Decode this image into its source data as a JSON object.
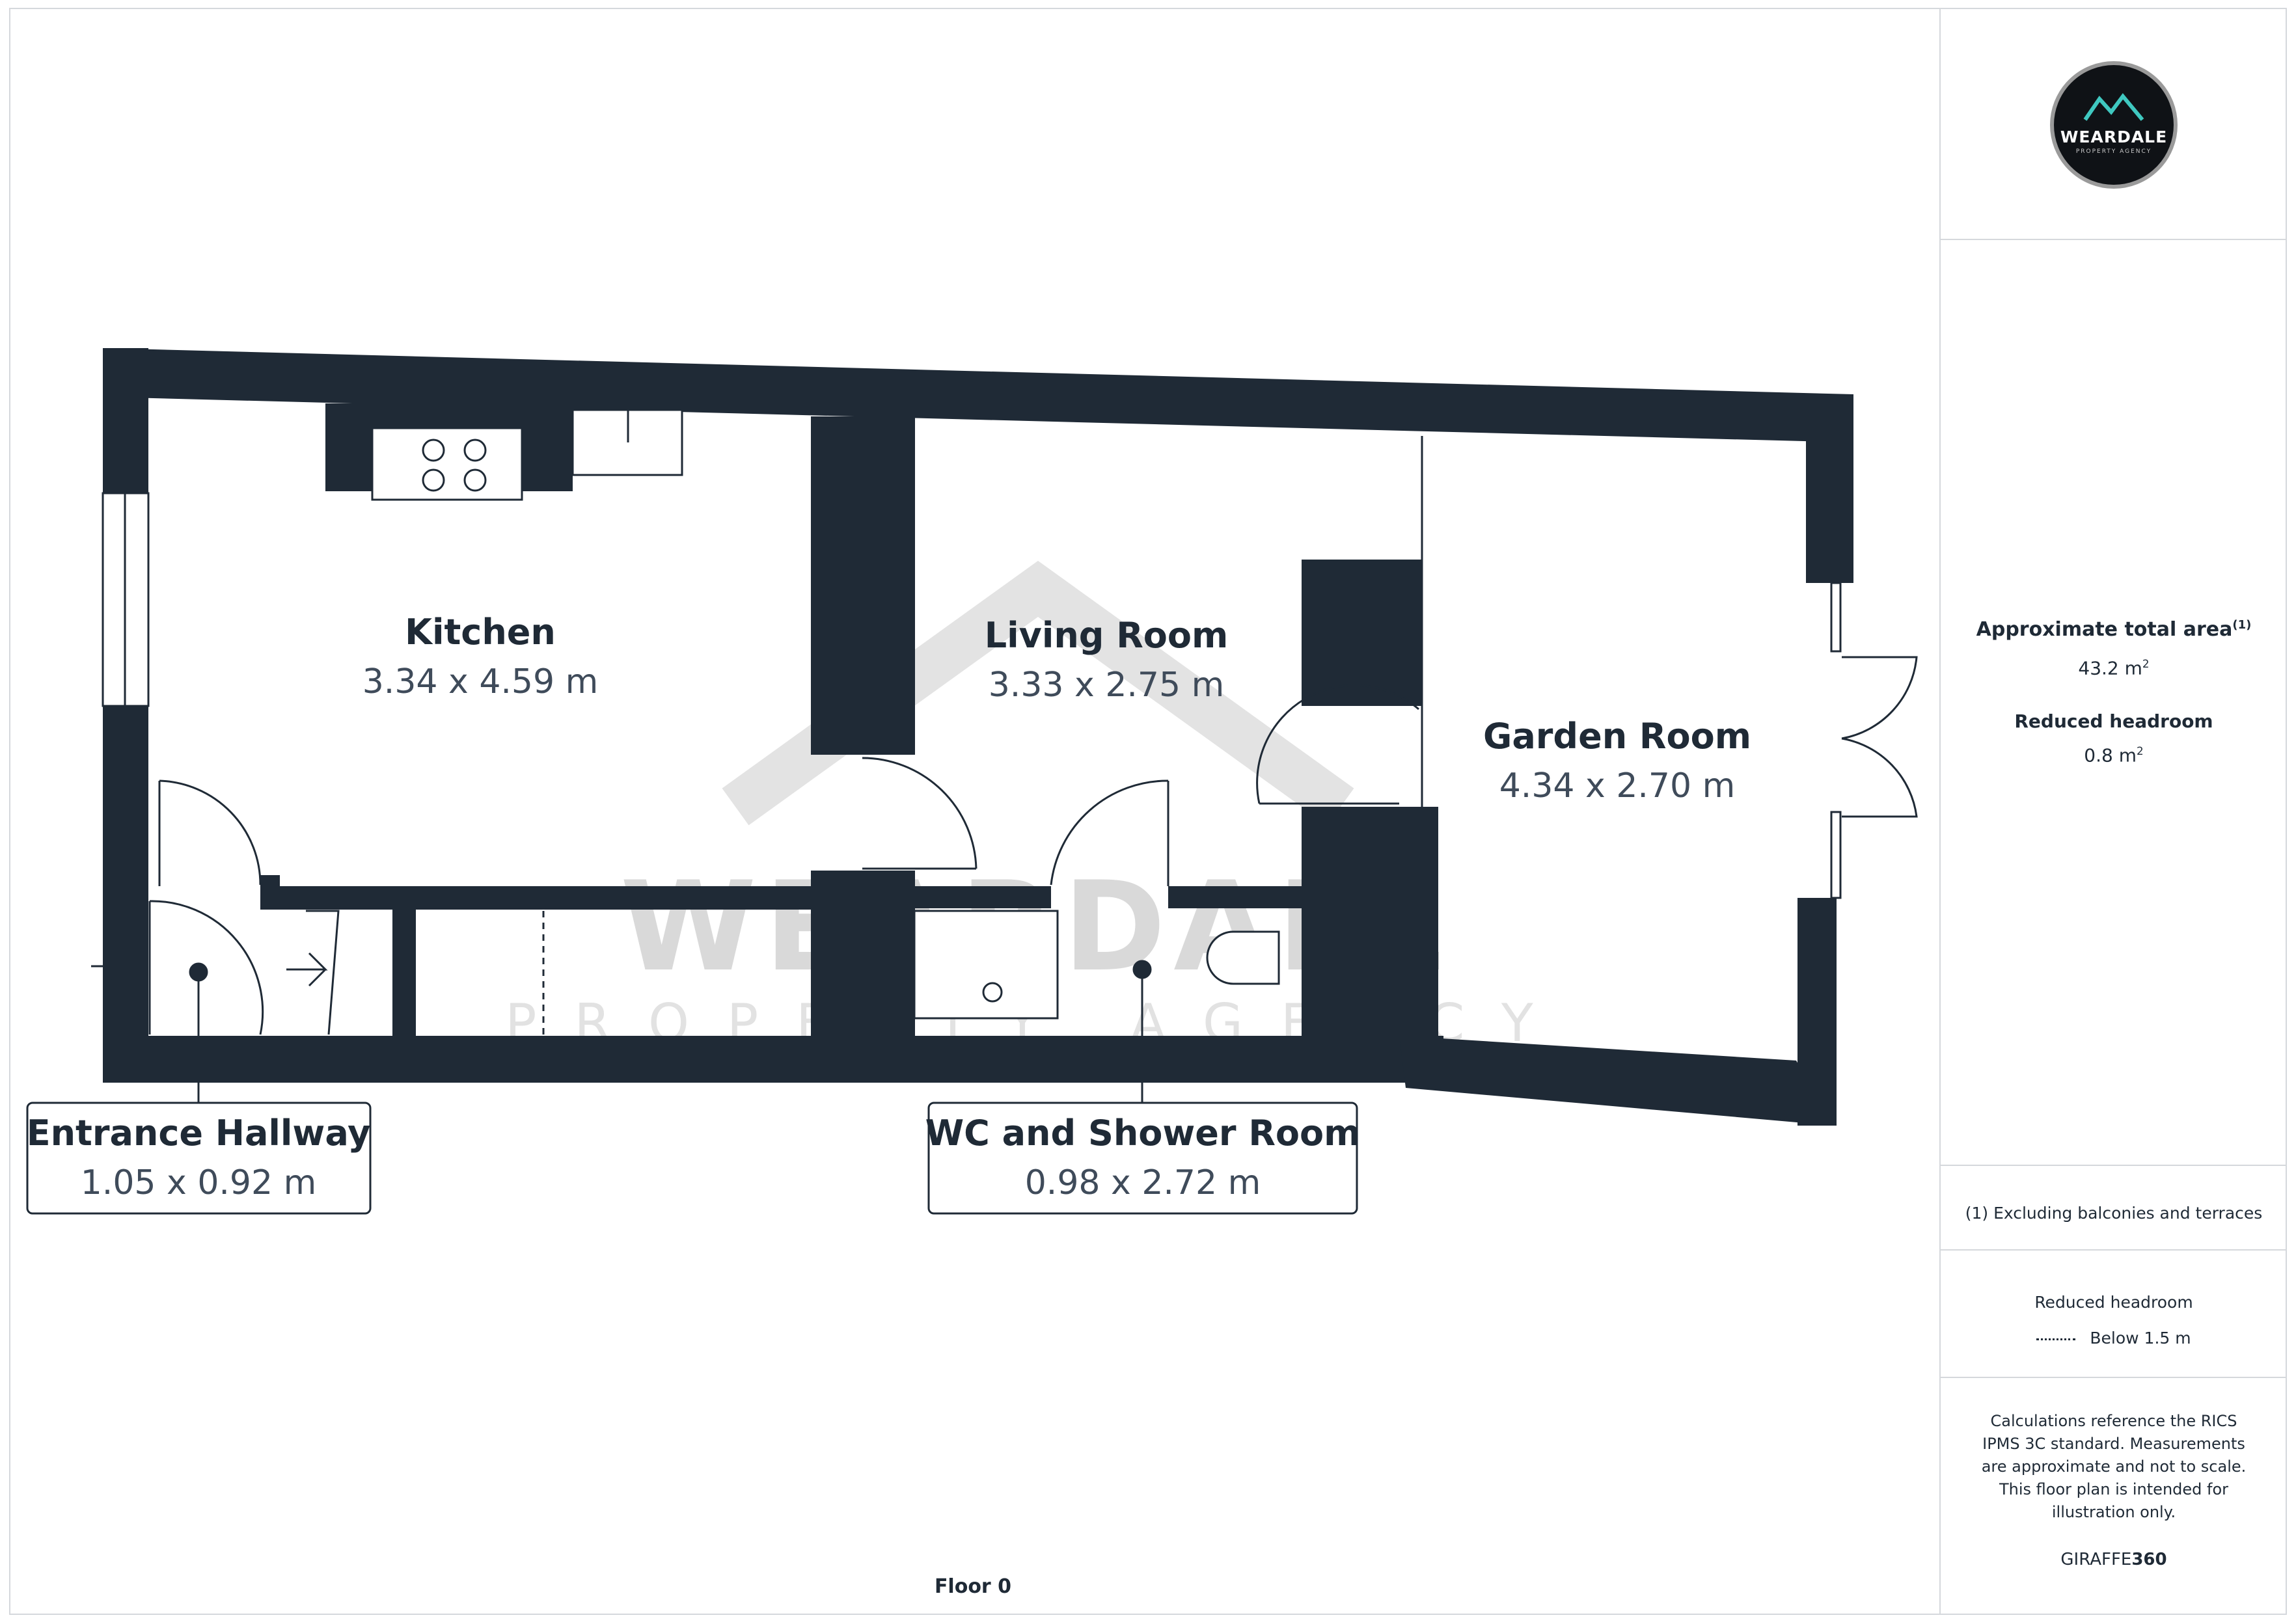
{
  "brand": {
    "logo_name": "WEARDALE",
    "logo_sub": "PROPERTY AGENCY",
    "accent_color": "#3fc8c0",
    "watermark_name": "WEARDALE",
    "watermark_sub": "PROPERTY AGENCY",
    "logo_icon": "mountain-icon"
  },
  "rooms": {
    "kitchen": {
      "name": "Kitchen",
      "dims": "3.34 x 4.59 m"
    },
    "living_room": {
      "name": "Living Room",
      "dims": "3.33 x 2.75 m"
    },
    "garden_room": {
      "name": "Garden Room",
      "dims": "4.34 x 2.70 m"
    },
    "entrance_hallway": {
      "name": "Entrance Hallway",
      "dims": "1.05 x 0.92 m"
    },
    "wc_shower": {
      "name": "WC and Shower Room",
      "dims": "0.98 x 2.72 m"
    }
  },
  "floor_label": "Floor 0",
  "panel": {
    "total_area_label": "Approximate total area",
    "total_area_note_mark": "(1)",
    "total_area_value": "43.2 m",
    "reduced_headroom_label": "Reduced headroom",
    "reduced_headroom_value": "0.8 m",
    "area_unit_sup": "2",
    "footnote": "(1) Excluding balconies and terraces",
    "legend_title": "Reduced headroom",
    "legend_item": "Below 1.5 m",
    "disclaimer": "Calculations reference the RICS IPMS 3C standard. Measurements are approximate and not to scale. This floor plan is intended for illustration only.",
    "credit_plain": "GIRAFFE",
    "credit_bold": "360"
  },
  "colors": {
    "wall": "#1f2a36",
    "text": "#1f2a36",
    "watermark": "#d9d9d9"
  }
}
